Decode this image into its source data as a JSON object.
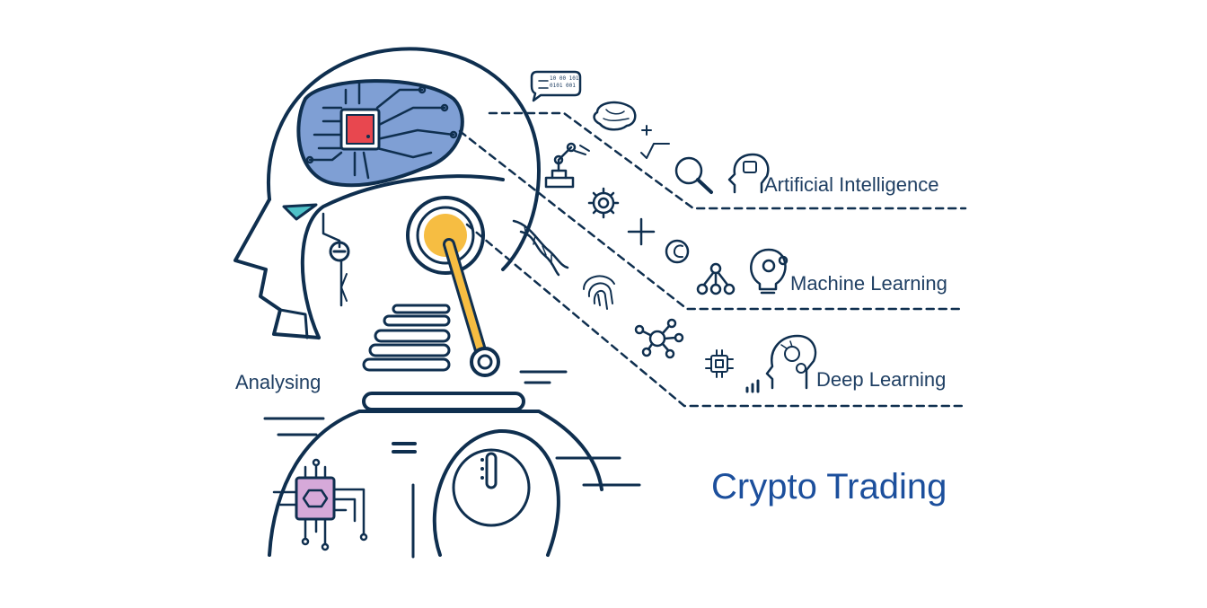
{
  "labels": {
    "artificial_intelligence": "Artificial Intelligence",
    "machine_learning": "Machine Learning",
    "deep_learning": "Deep Learning",
    "analysing": "Analysing",
    "crypto_trading": "Crypto Trading"
  },
  "speech_bubble": {
    "line1": "10 00 101",
    "line2": "0101 001"
  },
  "colors": {
    "outline": "#0f2f4f",
    "brain_fill": "#7f9fd4",
    "chip_red": "#e8474f",
    "eye_teal": "#4fc2c8",
    "ear_yellow": "#f6bd42",
    "chip_purple": "#d6a9d9",
    "title_blue": "#1c4f9c"
  }
}
